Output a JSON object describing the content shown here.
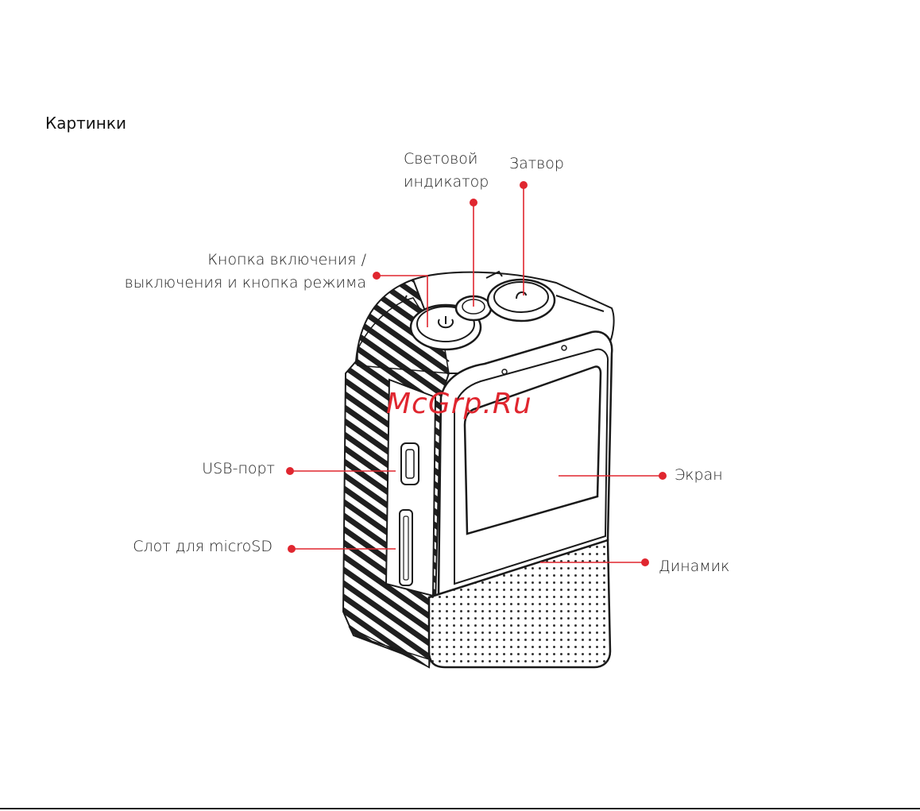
{
  "page": {
    "title": "Картинки"
  },
  "callouts": {
    "indicator": [
      "Световой",
      "индикатор"
    ],
    "shutter": "Затвор",
    "power": [
      "Кнопка включения /",
      "выключения и кнопка режима"
    ],
    "usb": "USB-порт",
    "microsd": "Слот для microSD",
    "screen": "Экран",
    "speaker": "Динамик"
  },
  "watermark": "McGrp.Ru",
  "colors": {
    "accent": "#e0262f",
    "line": "#1a1a1a"
  }
}
